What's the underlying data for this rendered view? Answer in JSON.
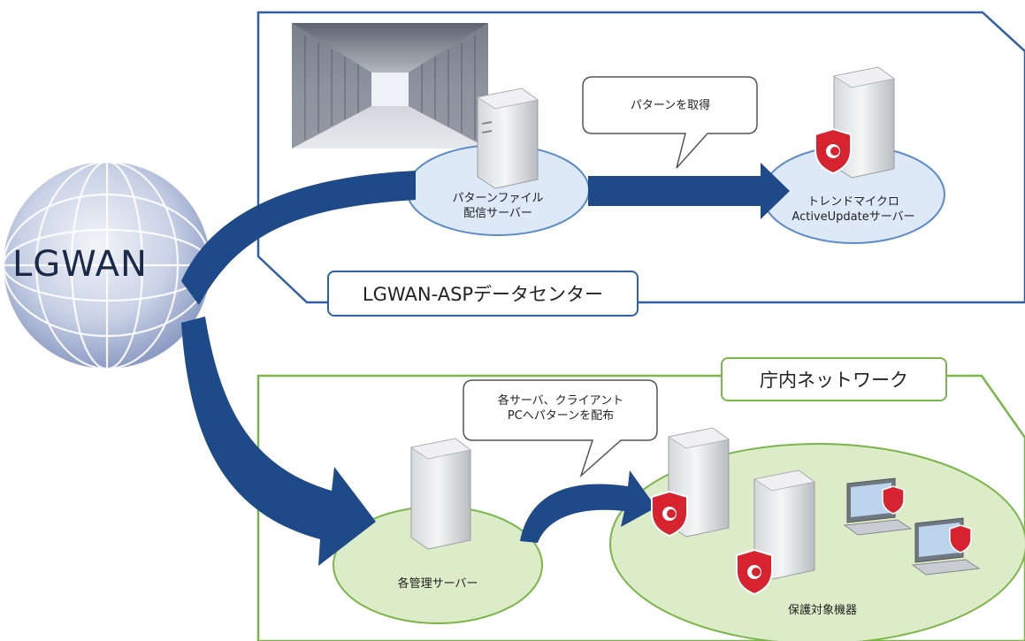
{
  "lgwan": {
    "label": "LGWAN"
  },
  "datacenter": {
    "title": "LGWAN-ASPデータセンター",
    "pattern_server": {
      "line1": "パターンファイル",
      "line2": "配信サーバー"
    },
    "trend_server": {
      "line1": "トレンドマイクロ",
      "line2": "ActiveUpdateサーバー"
    },
    "callout": "パターンを取得"
  },
  "office": {
    "title": "庁内ネットワーク",
    "management_server": "各管理サーバー",
    "protected": "保護対象機器",
    "callout": {
      "line1": "各サーバ、クライアント",
      "line2": "PCへパターンを配布"
    }
  },
  "colors": {
    "datacenter_border": "#2f5fa8",
    "office_border": "#7ab648",
    "arrow_blue": "#1f4a8a",
    "ellipse_blue": "#dde9f6",
    "ellipse_green": "#dcebc8",
    "shield_red": "#d7232f"
  }
}
